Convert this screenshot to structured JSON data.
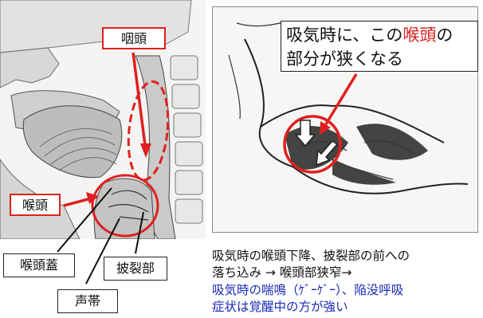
{
  "labels": {
    "pharynx": "咽頭",
    "larynx": "喉頭",
    "epiglottis": "喉頭蓋",
    "vocal_cords": "声帯",
    "arytenoid": "披裂部"
  },
  "callout": {
    "part1": "吸気時に、この",
    "part2": "喉頭",
    "part3": "の",
    "line2": "部分が狭くなる"
  },
  "description": {
    "line1": "吸気時の喉頭下降、披裂部の前への",
    "line2": "落ち込み → 喉頭部狭窄→",
    "line3": "吸気時の喘鳴（ｹﾞｰｹﾞｰ）、陥没呼吸",
    "line4": "症状は覚醒中の方が強い"
  },
  "colors": {
    "accent": "#e02020",
    "blue_text": "#1a2ab8",
    "text": "#111111"
  },
  "icons": [
    "arrow-icon"
  ]
}
